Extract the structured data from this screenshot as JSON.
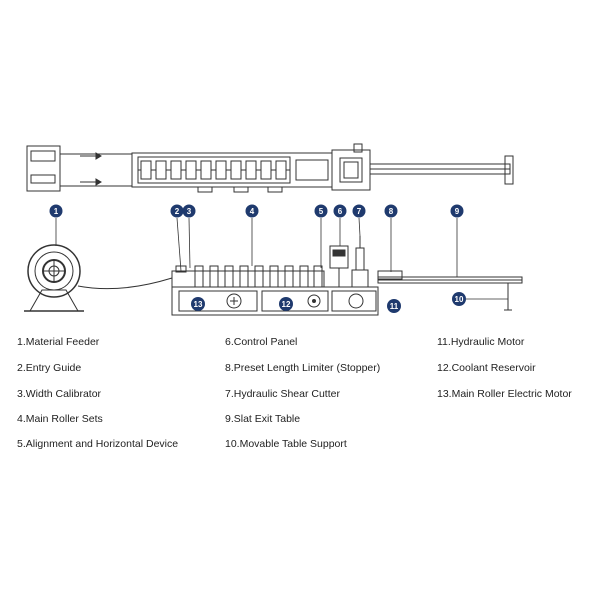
{
  "callouts": {
    "c1": "1",
    "c2": "2",
    "c3": "3",
    "c4": "4",
    "c5": "5",
    "c6": "6",
    "c7": "7",
    "c8": "8",
    "c9": "9",
    "c10": "10",
    "c11": "11",
    "c12": "12",
    "c13": "13"
  },
  "legend": {
    "col1": [
      "1.Material Feeder",
      "2.Entry Guide",
      "3.Width Calibrator",
      "4.Main Roller Sets",
      "5.Alignment and Horizontal Device"
    ],
    "col2": [
      "6.Control Panel",
      "8.Preset Length Limiter (Stopper)",
      "7.Hydraulic Shear Cutter",
      "9.Slat Exit Table",
      "10.Movable Table Support"
    ],
    "col3": [
      "11.Hydraulic Motor",
      "12.Coolant Reservoir",
      "13.Main Roller Electric Motor"
    ]
  },
  "colors": {
    "callout_fill": "#1f3a6e",
    "line": "#333333"
  }
}
